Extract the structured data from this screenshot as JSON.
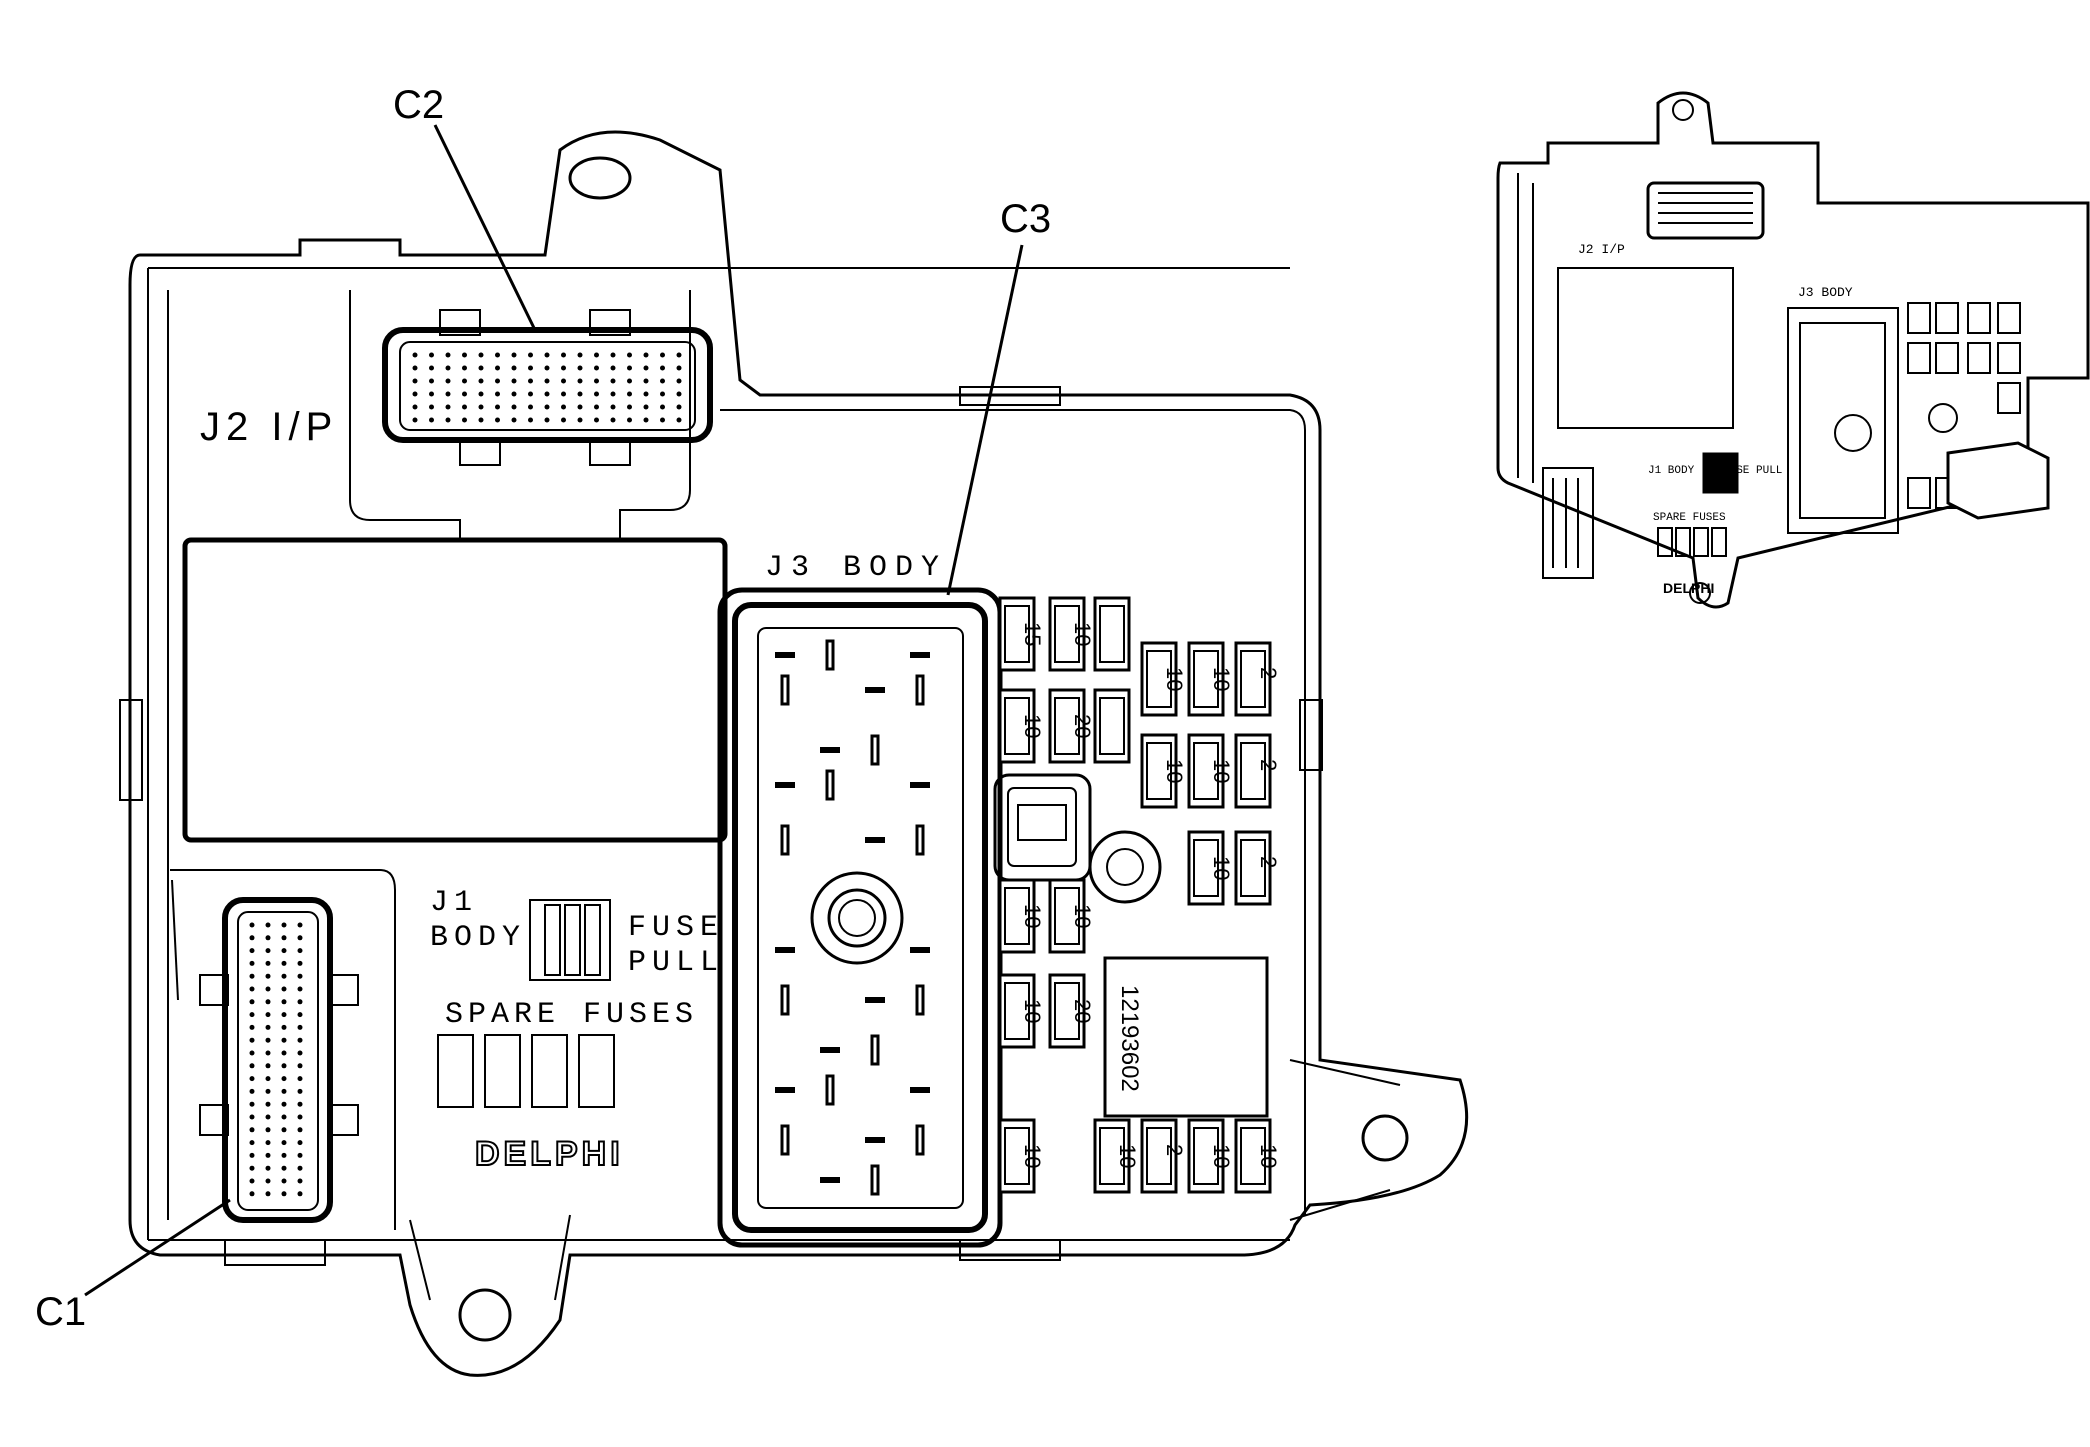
{
  "callouts": {
    "c1": "C1",
    "c2": "C2",
    "c3": "C3"
  },
  "panel_text": {
    "j2": "J2 I/P",
    "j3": "J3 BODY",
    "j1_line1": "J1",
    "j1_line2": "BODY",
    "fuse_pull_line1": "FUSE",
    "fuse_pull_line2": "PULL",
    "spare_fuses": "SPARE FUSES",
    "brand": "DELPHI",
    "part_number": "12193602"
  },
  "fuse_ratings": {
    "col1": [
      "15",
      "10",
      "10",
      "10"
    ],
    "col2": [
      "10",
      "20",
      "10",
      "20"
    ],
    "grid_top": [
      "10",
      "10",
      "2"
    ],
    "grid_mid": [
      "10",
      "10",
      "2"
    ],
    "grid_low": [
      "10",
      "2"
    ],
    "bottom_row": [
      "10",
      "10",
      "2",
      "10",
      "10"
    ]
  },
  "inset_text": {
    "j2": "J2 I/P",
    "j3": "J3 BODY",
    "j1": "J1 BODY",
    "fuse_pull": "FUSE PULL",
    "spare": "SPARE FUSES",
    "brand": "DELPHI"
  }
}
